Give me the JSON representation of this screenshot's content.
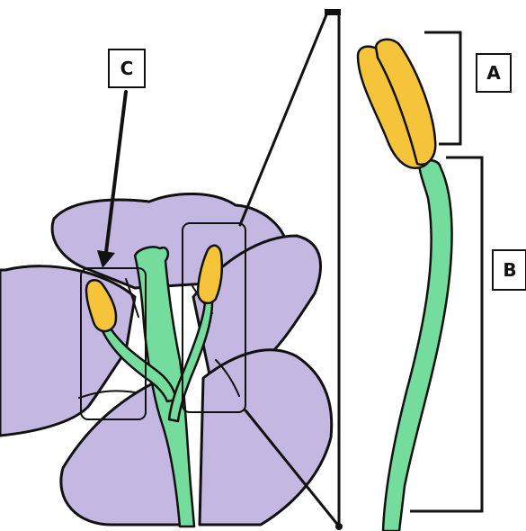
{
  "labels": {
    "a": "A",
    "b": "B",
    "c": "C"
  },
  "colors": {
    "petal": "#c4b7e2",
    "filament": "#74dc9c",
    "anther": "#f6c43a",
    "outline": "#111111",
    "background": "#ffffff"
  },
  "icons": {
    "arrow": "arrow-down-icon"
  }
}
